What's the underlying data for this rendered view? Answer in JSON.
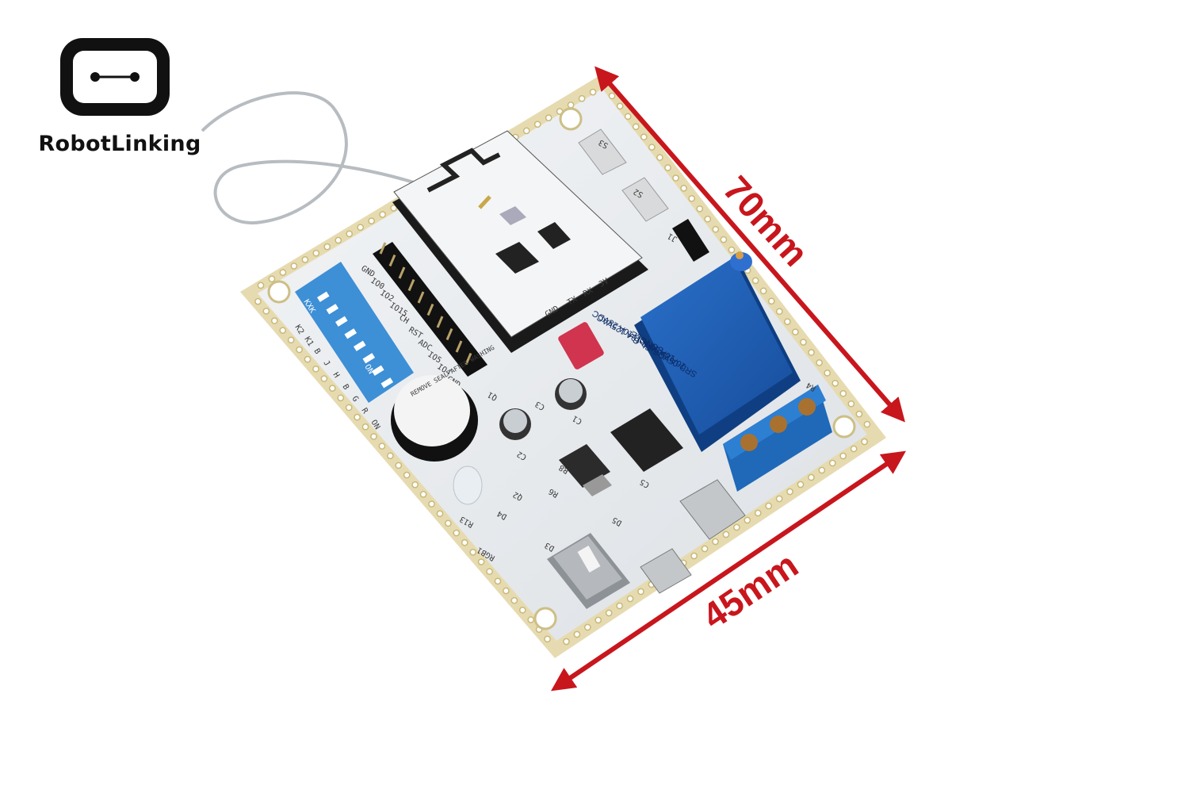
{
  "brand": {
    "name": "RobotLinking",
    "icon": "robot-eyes-logo-icon"
  },
  "dimensions": {
    "length": "70mm",
    "width": "45mm",
    "color": "#c8161d"
  },
  "board": {
    "color": "#e9ecef",
    "edge_color": "#e6dbb0",
    "module": {
      "tx_label": "TX",
      "rx_label": "RX",
      "v_label": "3V",
      "gnd_label": "GND"
    },
    "pin_labels": [
      "GND",
      "IO0",
      "IO2",
      "IO15",
      "CH",
      "RST",
      "ADC",
      "IO5",
      "IO4",
      "GND"
    ],
    "dip": {
      "color": "#3d8fd6",
      "brand": "KXK",
      "on_label": "ON",
      "positions": [
        "1",
        "2",
        "3",
        "4",
        "5",
        "6",
        "7",
        "8"
      ]
    },
    "dip_side_labels": [
      "K2",
      "K1",
      "B",
      "J",
      "H",
      "B",
      "G",
      "R",
      "ON"
    ],
    "buzzer_label": "REMOVE SEAL AFTER WASHING",
    "relay": {
      "color": "#1e5fb8",
      "lines": [
        "SRD-05VDC-SL-C",
        "10A 250VAC 10A 125VAC",
        "10A 30VDC 10A 28VDC",
        "SONGLE"
      ]
    },
    "terminal_color": "#2d7fd2",
    "parts": [
      "S3",
      "S2",
      "D5",
      "D3",
      "D4",
      "C1",
      "C2",
      "C3",
      "C5",
      "R4",
      "R6",
      "R8",
      "R13",
      "RGB1",
      "Q1",
      "Q2",
      "J1"
    ]
  }
}
